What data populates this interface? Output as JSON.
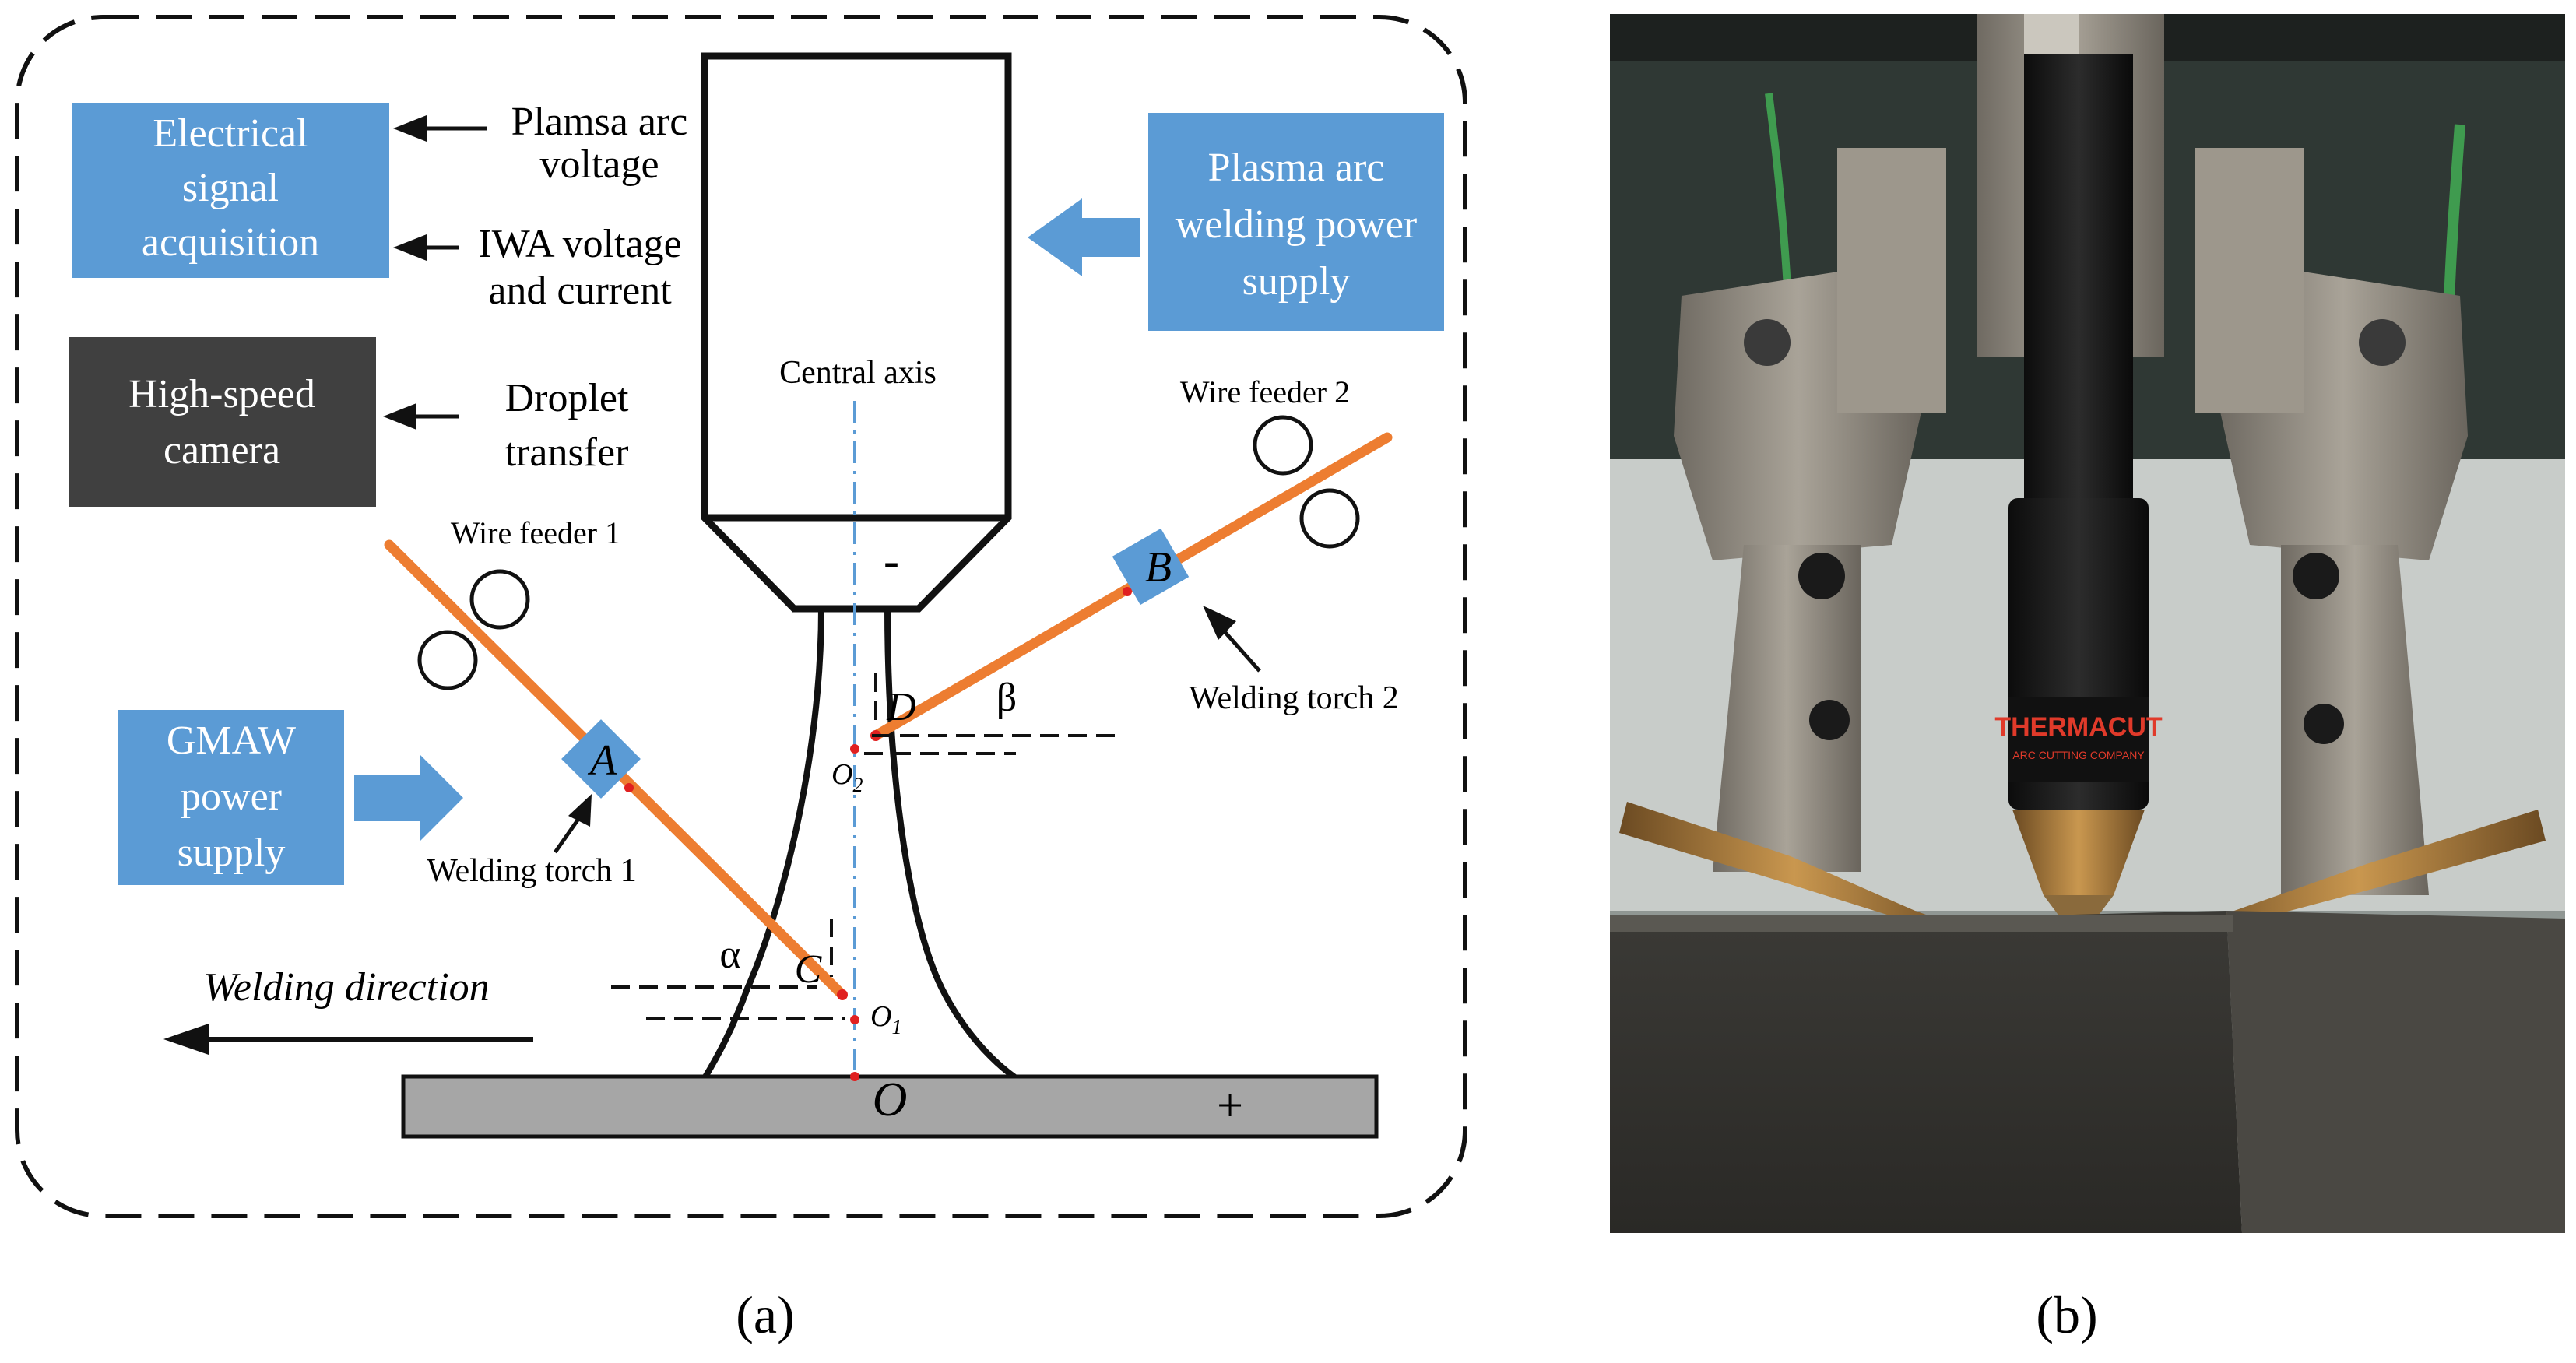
{
  "panel_a": {
    "label": "(a)",
    "boxes": {
      "electrical_signal": [
        "Electrical",
        "signal",
        "acquisition"
      ],
      "high_speed_camera": [
        "High-speed",
        "camera"
      ],
      "gmaw_power": [
        "GMAW",
        "power",
        "supply"
      ],
      "plasma_power": [
        "Plasma arc",
        "welding power",
        "supply"
      ]
    },
    "labels": {
      "plasma_arc_voltage": [
        "Plamsa arc",
        "voltage"
      ],
      "iwa_voltage_current": [
        "IWA voltage",
        "and current"
      ],
      "droplet_transfer": [
        "Droplet",
        "transfer"
      ],
      "central_axis": "Central axis",
      "wire_feeder_1": "Wire feeder 1",
      "wire_feeder_2": "Wire feeder 2",
      "welding_torch_1": "Welding torch 1",
      "welding_torch_2": "Welding torch 2",
      "welding_direction": "Welding direction",
      "minus": "-",
      "plus": "+",
      "alpha": "α",
      "beta": "β"
    },
    "points": {
      "A": "A",
      "B": "B",
      "C": "C",
      "D": "D",
      "O": "O",
      "O1": "O",
      "O1_sub": "1",
      "O2": "O",
      "O2_sub": "2"
    },
    "colors": {
      "box_blue": "#5b9bd5",
      "box_dark": "#404040",
      "wire_orange": "#ed7d31",
      "torch_blue": "#5b9bd5",
      "point_red": "#e02020",
      "axis_blue": "#5b9bd5",
      "workpiece_gray": "#a6a6a6"
    }
  },
  "panel_b": {
    "label": "(b)",
    "brand_text": "THERMACUT",
    "brand_sub": "ARC CUTTING COMPANY"
  }
}
